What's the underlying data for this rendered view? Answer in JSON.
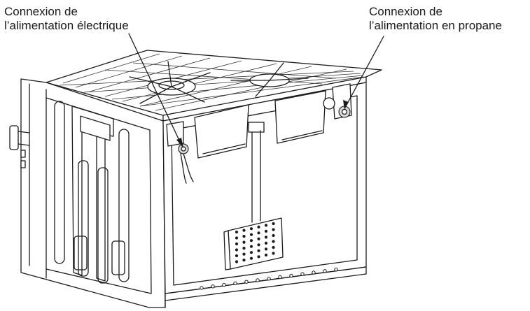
{
  "callouts": {
    "electrical": {
      "line1": "Connexion de",
      "line2": "l’alimentation électrique"
    },
    "propane": {
      "line1": "Connexion de",
      "line2": "l’alimentation en propane"
    }
  }
}
